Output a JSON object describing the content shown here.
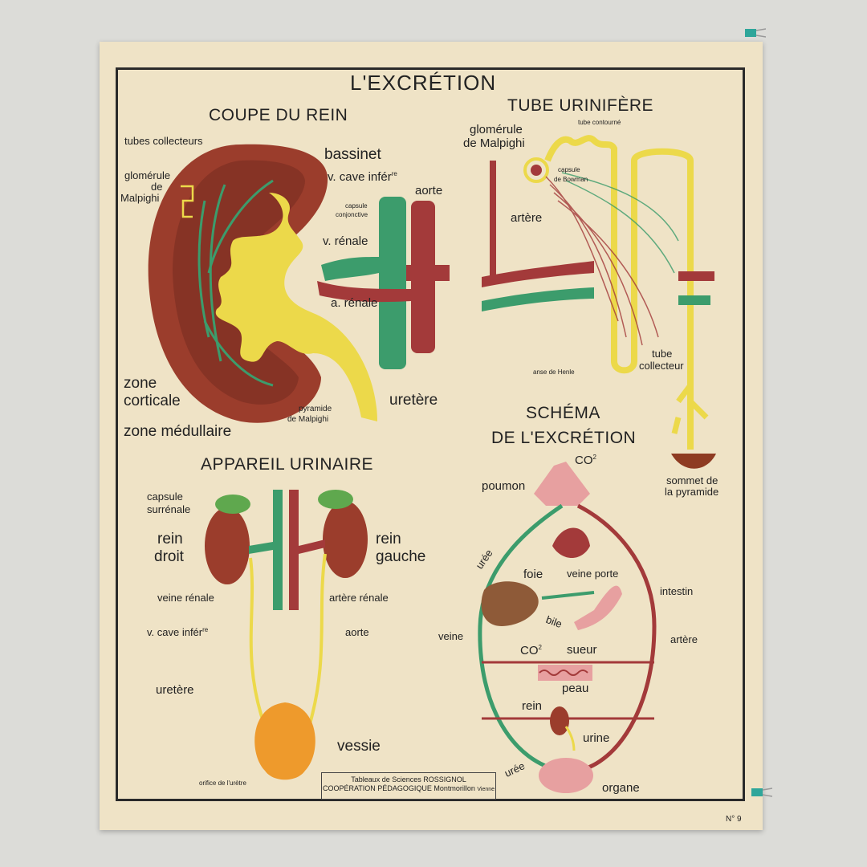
{
  "title": "L'EXCRÉTION",
  "sections": {
    "kidney": "COUPE DU REIN",
    "tube": "TUBE URINIFÈRE",
    "urinary": "APPAREIL URINAIRE",
    "schema_l1": "SCHÉMA",
    "schema_l2": "DE L'EXCRÉTION"
  },
  "kidney_labels": {
    "tubes_collecteurs": "tubes collecteurs",
    "bassinet": "bassinet",
    "glomerule": "glomérule",
    "de": "de",
    "malpighi": "Malpighi",
    "v_cave": "v. cave infér",
    "v_cave_sup": "re",
    "aorte": "aorte",
    "capsule": "capsule",
    "conjonctive": "conjonctive",
    "v_renale": "v. rénale",
    "a_renale": "a. rénale",
    "zone": "zone",
    "corticale": "corticale",
    "uretere": "uretère",
    "pyramide": "pyramide",
    "de_malpighi": "de Malpighi",
    "zone_medullaire": "zone médullaire"
  },
  "tube_labels": {
    "glomerule": "glomérule",
    "de_malpighi": "de Malpighi",
    "tube_contourne": "tube contourné",
    "capsule": "capsule",
    "de_bowman": "de Bowman",
    "artere": "artère",
    "tube": "tube",
    "collecteur": "collecteur",
    "anse_henle": "anse de Henle",
    "sommet": "sommet de",
    "la_pyramide": "la pyramide"
  },
  "urinary_labels": {
    "capsule": "capsule",
    "surrenale": "surrénale",
    "rein": "rein",
    "droit": "droit",
    "rein2": "rein",
    "gauche": "gauche",
    "veine_renale": "veine rénale",
    "artere_renale": "artère rénale",
    "v_cave": "v. cave infér",
    "v_cave_sup": "re",
    "aorte": "aorte",
    "uretere": "uretère",
    "vessie": "vessie",
    "orifice": "orifice de l'urètre"
  },
  "schema_labels": {
    "co2_top": "CO",
    "co2_sup": "2",
    "poumon": "poumon",
    "uree": "urée",
    "foie": "foie",
    "veine_porte": "veine porte",
    "intestin": "intestin",
    "bile": "bile",
    "veine": "veine",
    "artere": "artère",
    "co2_skin": "CO",
    "co2_skin_sup": "2",
    "sueur": "sueur",
    "peau": "peau",
    "rein": "rein",
    "urine": "urine",
    "uree2": "urée",
    "organe": "organe"
  },
  "credit": {
    "line1": "Tableaux de Sciences ROSSIGNOL",
    "line2": "COOPÉRATION PÉDAGOGIQUE  Montmorillon",
    "line2b": "Vienne"
  },
  "plate_number": "N° 9",
  "colors": {
    "paper": "#efe3c6",
    "kidney": "#9b3d2c",
    "artery": "#a33a3a",
    "vein": "#3c9c6c",
    "urine": "#ecd94a",
    "bladder": "#ee9a2c",
    "lung": "#e7a0a0",
    "liver": "#8e5a38",
    "adrenal": "#5fa84e"
  }
}
